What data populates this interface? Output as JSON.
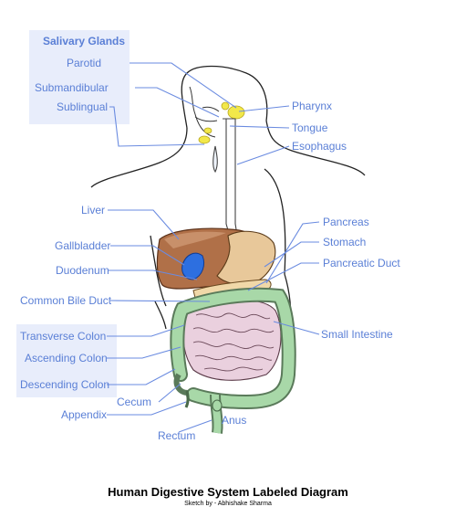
{
  "diagram": {
    "heading": "Salivary Glands",
    "title": "Human Digestive System Labeled Diagram",
    "credit": "Sketch by - Abhishake Sharma",
    "labels_left": {
      "parotid": "Parotid",
      "submandibular": "Submandibular",
      "sublingual": "Sublingual",
      "liver": "Liver",
      "gallbladder": "Gallbladder",
      "duodenum": "Duodenum",
      "common_bile_duct": "Common Bile Duct",
      "transverse_colon": "Transverse Colon",
      "ascending_colon": "Ascending Colon",
      "descending_colon": "Descending Colon",
      "cecum": "Cecum",
      "appendix": "Appendix",
      "rectum": "Rectum",
      "anus": "Anus"
    },
    "labels_right": {
      "pharynx": "Pharynx",
      "tongue": "Tongue",
      "esophagus": "Esophagus",
      "pancreas": "Pancreas",
      "stomach": "Stomach",
      "pancreatic_duct": "Pancreatic Duct",
      "small_intestine": "Small Intestine"
    },
    "colors": {
      "label_text": "#5a7fd6",
      "leader_line": "#6a8be0",
      "highlight_box": "#e8edfb",
      "liver": "#b07048",
      "stomach": "#e8c89a",
      "gallbladder": "#2d6fe0",
      "small_intestine": "#e8c8d8",
      "colon": "#a8d8a8",
      "salivary_gland": "#f2e84a"
    }
  }
}
